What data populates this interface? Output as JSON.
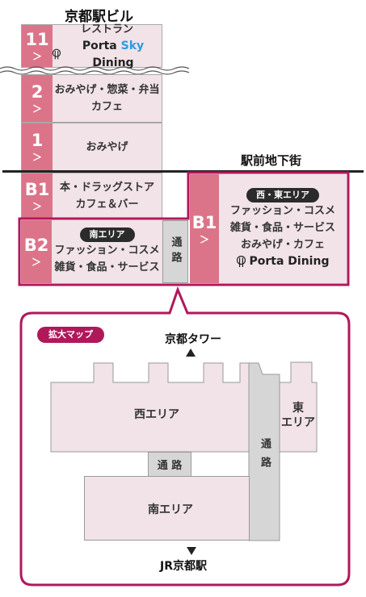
{
  "building": {
    "title": "京都駅ビル",
    "floors": [
      {
        "num": "11",
        "line1": "レストラン",
        "porta": "Porta ",
        "sky": "Sky",
        "dining": " Dining"
      },
      {
        "num": "2",
        "line1": "おみやげ・惣菜・弁当",
        "line2": "カフェ"
      },
      {
        "num": "1",
        "line1": "おみやげ"
      }
    ],
    "b1": {
      "num": "B1",
      "line1": "本・ドラッグストア",
      "line2": "カフェ＆バー"
    }
  },
  "underground": {
    "title": "駅前地下街",
    "south": {
      "num": "B2",
      "badge": "南エリア",
      "line1": "ファッション・コスメ",
      "line2": "雑貨・食品・サービス"
    },
    "passage": "通路",
    "westeast": {
      "num": "B1",
      "badge": "西・東エリア",
      "line1": "ファッション・コスメ",
      "line2": "雑貨・食品・サービス",
      "line3": "おみやげ・カフェ",
      "porta": "Porta Dining"
    }
  },
  "chevron": "＞",
  "map": {
    "badge": "拡大マップ",
    "north_label": "京都タワー",
    "south_label": "JR京都駅",
    "west": "西エリア",
    "east_line1": "東",
    "east_line2": "エリア",
    "south": "南エリア",
    "passage_h": "通 路",
    "passage_v": "通路"
  },
  "colors": {
    "accent": "#b0185a",
    "floor_number": "#db7489",
    "floor_bg": "#f1e3e7",
    "passage": "#d6d6d6",
    "sky": "#2c9be0"
  },
  "icons": [
    "fork-knife-icon",
    "chevron-right-icon",
    "triangle-up-icon",
    "triangle-down-icon"
  ]
}
